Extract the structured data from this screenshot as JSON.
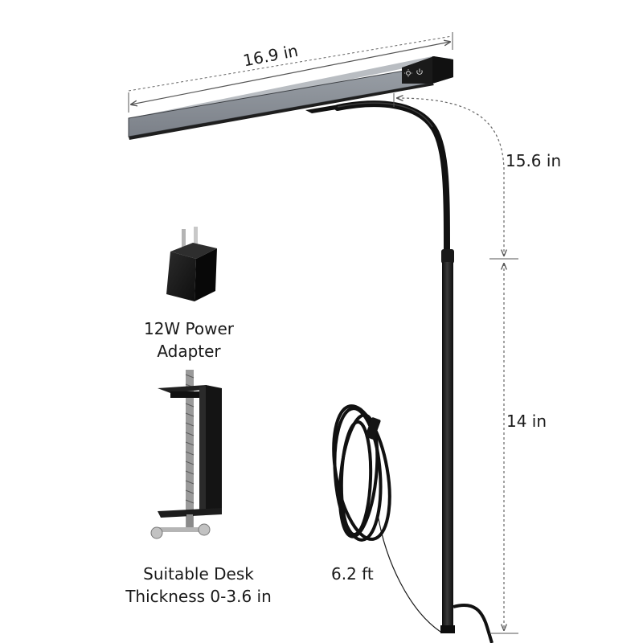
{
  "dimensions": {
    "bar_length": "16.9 in",
    "gooseneck_length": "15.6 in",
    "pole_length": "14 in",
    "cable_length": "6.2 ft"
  },
  "accessories": {
    "adapter_line1": "12W Power",
    "adapter_line2": "Adapter",
    "clamp_line1": "Suitable Desk",
    "clamp_line2": "Thickness 0-3.6 in"
  },
  "colors": {
    "lamp_bar": "#8a8f96",
    "lamp_body": "#1b1b1b",
    "dimension_line": "#555555"
  },
  "icons": [
    "brightness-icon",
    "power-icon"
  ]
}
